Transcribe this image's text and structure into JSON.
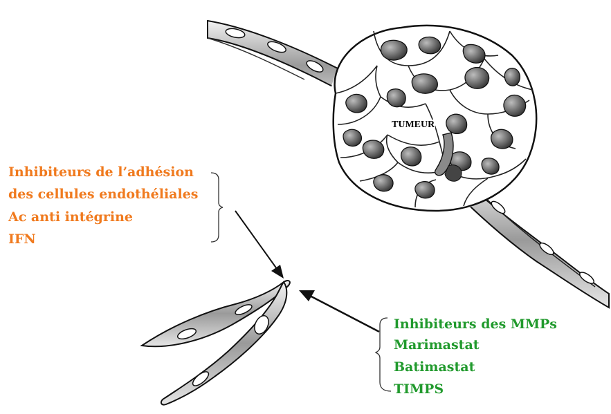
{
  "tumor_label": "TUMEUR",
  "orange_group": {
    "color": "#f07a1e",
    "lines": [
      "Inhibiteurs de l’adhésion",
      "des cellules endothéliales",
      "Ac anti intégrine",
      "IFN"
    ]
  },
  "green_group": {
    "color": "#219a2d",
    "lines": [
      "Inhibiteurs des MMPs",
      "Marimastat",
      "Batimastat",
      "TIMPS"
    ]
  }
}
